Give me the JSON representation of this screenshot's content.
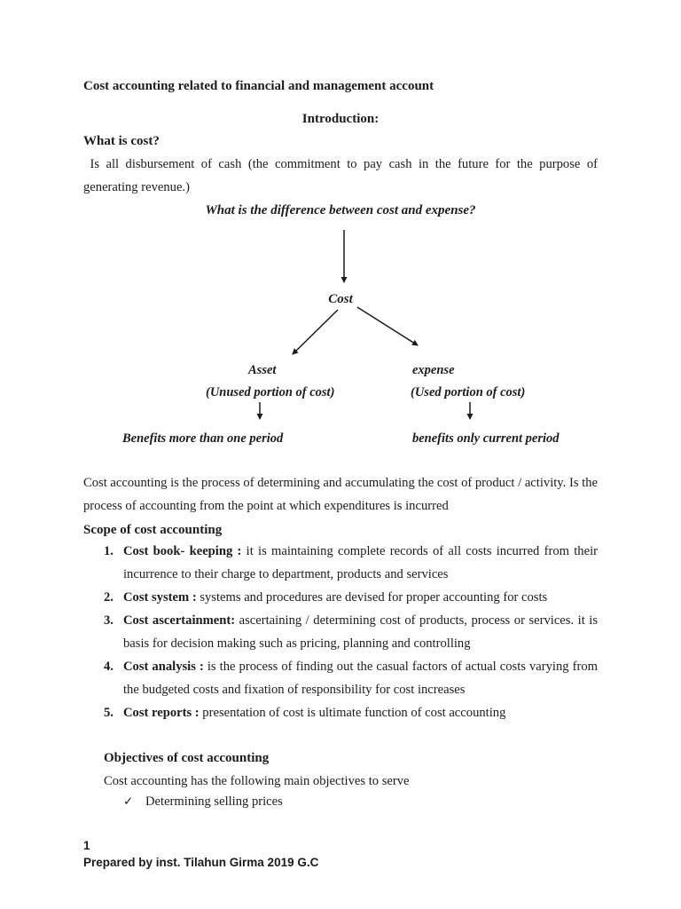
{
  "document": {
    "title": "Cost accounting related to financial and management account",
    "intro_heading": "Introduction:",
    "what_is_cost_heading": "What is cost?",
    "cost_definition": " Is all disbursement of cash (the commitment to pay cash in the future for the purpose of generating revenue.)",
    "diagram": {
      "question": "What is the difference between cost and expense?",
      "root_label": "Cost",
      "left": {
        "node": "Asset",
        "portion": "(Unused portion of cost)",
        "benefit": "Benefits more than one period"
      },
      "right": {
        "node": "expense",
        "portion": "(Used portion of cost)",
        "benefit": "benefits only current period"
      }
    },
    "body_paragraph": "Cost accounting is the process of determining and accumulating the cost of product / activity. Is the process of accounting from the point at which expenditures is incurred",
    "scope_heading": "Scope of cost accounting",
    "scope_items": [
      {
        "num": "1.",
        "term": "Cost book- keeping :",
        "desc": " it is maintaining complete records of all costs incurred from their incurrence to their charge to department, products and services"
      },
      {
        "num": "2.",
        "term": "Cost system :",
        "desc": " systems and procedures are devised for proper accounting for costs"
      },
      {
        "num": "3.",
        "term": "Cost ascertainment:",
        "desc": " ascertaining / determining cost of products, process or services. it is basis for decision making such as pricing, planning and controlling"
      },
      {
        "num": "4.",
        "term": "Cost analysis :",
        "desc": " is the process of finding out the casual factors of actual costs varying from the budgeted costs and fixation of responsibility for cost increases"
      },
      {
        "num": "5.",
        "term": "Cost reports :",
        "desc": " presentation of cost is ultimate function of cost accounting"
      }
    ],
    "objectives_heading": "Objectives of cost accounting",
    "objectives_intro": "Cost accounting has the following main objectives to serve",
    "objectives_items": [
      {
        "bullet": "✓",
        "text": "Determining selling prices"
      }
    ],
    "page_number": "1",
    "footer_credit": "Prepared by inst. Tilahun Girma 2019 G.C",
    "ink_color": "#1c1c1c"
  }
}
